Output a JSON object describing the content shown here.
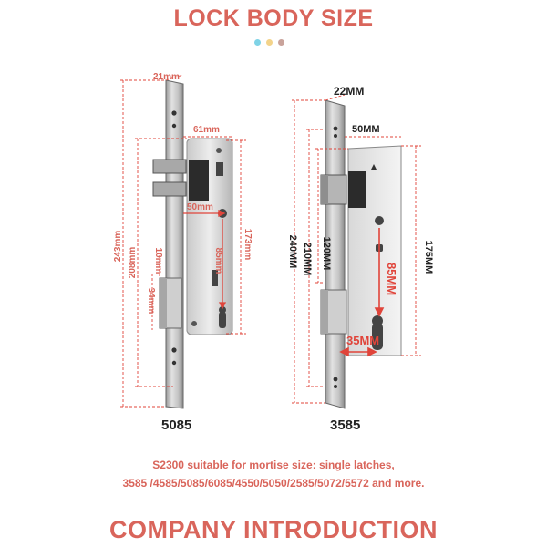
{
  "header": {
    "title": "LOCK BODY SIZE",
    "dot_colors": [
      "#7fd3e6",
      "#f3d38a",
      "#c9a39b"
    ]
  },
  "left_lock": {
    "model": "5085",
    "dims": {
      "faceplate_width": "21mm",
      "case_width": "61mm",
      "backset": "50mm",
      "faceplate_length": "243mm",
      "case_length": "208mm",
      "spindle_to_cylinder": "85mm",
      "mounting": "173mm",
      "latch_small": "10mm",
      "latch_gap": "34mm"
    }
  },
  "right_lock": {
    "model": "3585",
    "dims": {
      "faceplate_width": "22MM",
      "case_width": "50MM",
      "faceplate_length": "240MM",
      "case_length": "210MM",
      "body_height": "120MM",
      "spindle_to_cylinder": "85MM",
      "mounting": "175MM",
      "backset": "35MM"
    }
  },
  "colors": {
    "accent": "#d9655b",
    "dim_line": "#e0443a",
    "metal_light": "#d9d9d9",
    "metal_dark": "#8f8f8f"
  },
  "note": {
    "line1": "S2300 suitable for mortise size: single latches,",
    "line2": "3585 /4585/5085/6085/4550/5050/2585/5072/5572 and more."
  },
  "footer": {
    "title": "COMPANY INTRODUCTION"
  }
}
